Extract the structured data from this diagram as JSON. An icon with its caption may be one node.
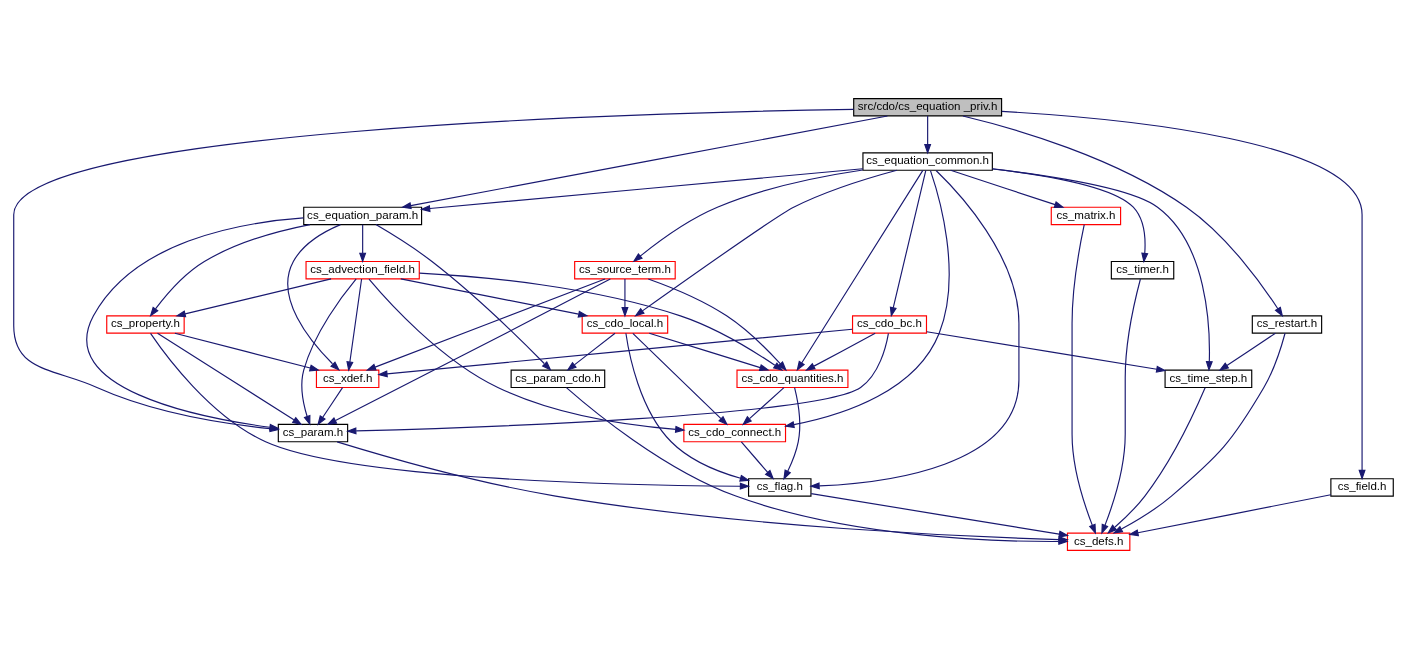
{
  "diagram": {
    "nodes": [
      {
        "text": [
          "src/cdo/cs_equation _priv.h"
        ]
      },
      {
        "text": [
          "cs_equation_common.h"
        ]
      },
      {
        "text": [
          "cs_field.h"
        ]
      },
      {
        "text": [
          "cs_restart.h"
        ]
      },
      {
        "text": [
          "cs_time_step.h"
        ]
      },
      {
        "text": [
          "cs_timer.h"
        ]
      },
      {
        "text": [
          "cs_equation_param.h"
        ]
      },
      {
        "text": [
          "cs_source_term.h"
        ]
      },
      {
        "text": [
          "cs_advection_field.h"
        ]
      },
      {
        "text": [
          "cs_cdo_bc.h"
        ]
      },
      {
        "text": [
          "cs_cdo_local.h"
        ]
      },
      {
        "text": [
          "cs_property.h"
        ]
      },
      {
        "text": [
          "cs_cdo_quantities.h"
        ]
      },
      {
        "text": [
          "cs_param_cdo.h"
        ]
      },
      {
        "text": [
          "cs_xdef.h"
        ]
      },
      {
        "text": [
          "cs_cdo_connect.h"
        ]
      },
      {
        "text": [
          "cs_param.h"
        ]
      },
      {
        "text": [
          "cs_matrix.h"
        ]
      },
      {
        "text": [
          "cs_flag.h"
        ]
      },
      {
        "text": [
          "cs_defs.h"
        ]
      }
    ],
    "edges": [
      {
        "from": 0,
        "to": 1,
        "arrow": "to"
      },
      {
        "from": 0,
        "to": 3,
        "arrow": "to"
      },
      {
        "from": 0,
        "to": 2,
        "arrow": "to"
      },
      {
        "from": 0,
        "to": 6,
        "arrow": "to"
      },
      {
        "from": 0,
        "to": 16,
        "arrow": "to"
      },
      {
        "from": 1,
        "to": 4,
        "arrow": "to"
      },
      {
        "from": 1,
        "to": 5,
        "arrow": "to"
      },
      {
        "from": 1,
        "to": 17,
        "arrow": "to"
      },
      {
        "from": 1,
        "to": 9,
        "arrow": "to"
      },
      {
        "from": 1,
        "to": 15,
        "arrow": "to"
      },
      {
        "from": 1,
        "to": 18,
        "arrow": "to"
      },
      {
        "from": 1,
        "to": 12,
        "arrow": "to"
      },
      {
        "from": 1,
        "to": 10,
        "arrow": "to"
      },
      {
        "from": 1,
        "to": 7,
        "arrow": "to"
      },
      {
        "from": 1,
        "to": 6,
        "arrow": "to"
      },
      {
        "from": 2,
        "to": 19,
        "arrow": "to"
      },
      {
        "from": 3,
        "to": 4,
        "arrow": "to"
      },
      {
        "from": 3,
        "to": 19,
        "arrow": "to"
      },
      {
        "from": 4,
        "to": 19,
        "arrow": "to"
      },
      {
        "from": 5,
        "to": 19,
        "arrow": "to"
      },
      {
        "from": 6,
        "to": 8,
        "arrow": "to"
      },
      {
        "from": 6,
        "to": 13,
        "arrow": "to"
      },
      {
        "from": 6,
        "to": 14,
        "arrow": "to"
      },
      {
        "from": 6,
        "to": 11,
        "arrow": "to"
      },
      {
        "from": 6,
        "to": 16,
        "arrow": "to"
      },
      {
        "from": 7,
        "to": 12,
        "arrow": "to"
      },
      {
        "from": 7,
        "to": 10,
        "arrow": "to"
      },
      {
        "from": 7,
        "to": 16,
        "arrow": "to"
      },
      {
        "from": 7,
        "to": 14,
        "arrow": "to"
      },
      {
        "from": 8,
        "to": 12,
        "arrow": "to"
      },
      {
        "from": 8,
        "to": 10,
        "arrow": "to"
      },
      {
        "from": 8,
        "to": 15,
        "arrow": "to"
      },
      {
        "from": 8,
        "to": 14,
        "arrow": "to"
      },
      {
        "from": 8,
        "to": 16,
        "arrow": "to"
      },
      {
        "from": 8,
        "to": 11,
        "arrow": "to"
      },
      {
        "from": 9,
        "to": 4,
        "arrow": "to"
      },
      {
        "from": 9,
        "to": 12,
        "arrow": "to"
      },
      {
        "from": 9,
        "to": 14,
        "arrow": "to"
      },
      {
        "from": 9,
        "to": 16,
        "arrow": "to"
      },
      {
        "from": 10,
        "to": 12,
        "arrow": "to"
      },
      {
        "from": 10,
        "to": 13,
        "arrow": "to"
      },
      {
        "from": 10,
        "to": 15,
        "arrow": "to"
      },
      {
        "from": 10,
        "to": 18,
        "arrow": "to"
      },
      {
        "from": 11,
        "to": 14,
        "arrow": "to"
      },
      {
        "from": 11,
        "to": 16,
        "arrow": "to"
      },
      {
        "from": 11,
        "to": 18,
        "arrow": "to"
      },
      {
        "from": 12,
        "to": 15,
        "arrow": "to"
      },
      {
        "from": 12,
        "to": 18,
        "arrow": "to"
      },
      {
        "from": 13,
        "to": 19,
        "arrow": "to"
      },
      {
        "from": 14,
        "to": 16,
        "arrow": "to"
      },
      {
        "from": 15,
        "to": 18,
        "arrow": "to"
      },
      {
        "from": 16,
        "to": 19,
        "arrow": "to"
      },
      {
        "from": 17,
        "to": 19,
        "arrow": "to"
      },
      {
        "from": 18,
        "to": 19,
        "arrow": "to"
      }
    ]
  }
}
